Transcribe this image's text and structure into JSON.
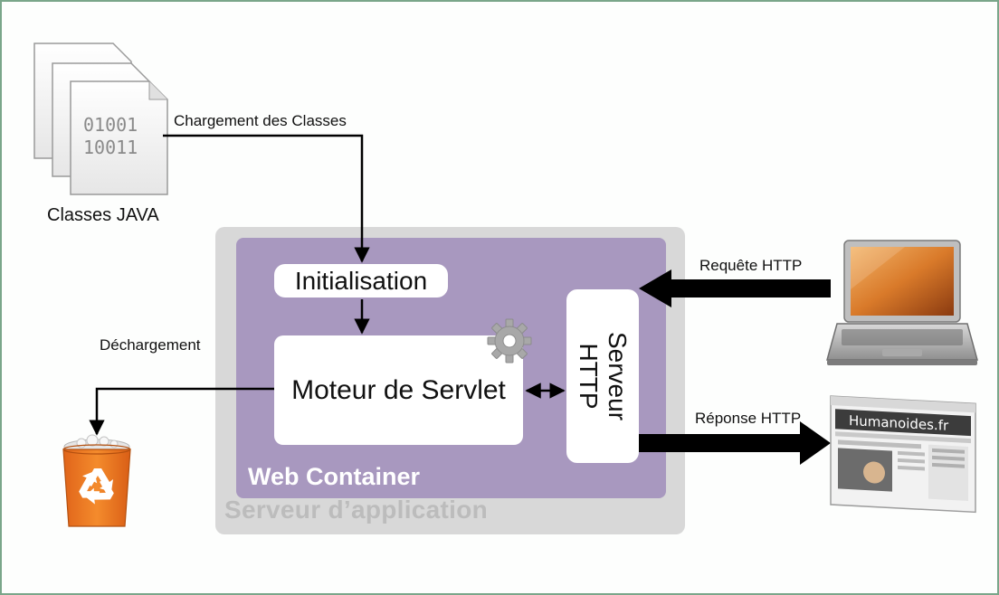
{
  "diagram": {
    "app_server_label": "Serveur d’application",
    "web_container_label": "Web Container",
    "initialisation_label": "Initialisation",
    "servlet_engine_label": "Moteur de Servlet",
    "http_server_line1": "Serveur",
    "http_server_line2": "HTTP",
    "java_classes_label": "Classes JAVA",
    "java_file_binary_line1": "01001",
    "java_file_binary_line2": "10011",
    "class_loading_label": "Chargement des Classes",
    "unloading_label": "Déchargement",
    "http_request_label": "Requête HTTP",
    "http_response_label": "Réponse HTTP",
    "browser_page_title": "Humanoides.fr"
  },
  "colors": {
    "frame_border": "#7aa68a",
    "app_server_bg": "#d8d8d8",
    "web_container_bg": "#a898bf",
    "arrow": "#000000",
    "trash_orange": "#f07a1e"
  },
  "icons": [
    "java-file-icon",
    "gear-icon",
    "trash-bin-icon",
    "recycle-icon",
    "laptop-icon",
    "browser-window-icon"
  ]
}
